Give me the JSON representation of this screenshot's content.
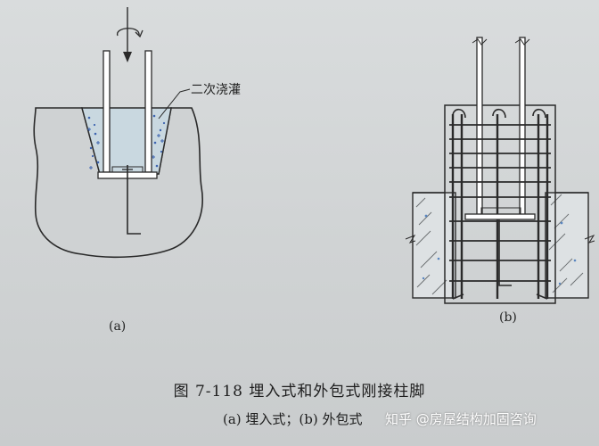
{
  "figure": {
    "label_grout": "二次浇灌",
    "label_a": "(a)",
    "label_b": "(b)"
  },
  "caption": {
    "title": "图 7-118   埋入式和外包式刚接柱脚",
    "subtitle": "(a) 埋入式；(b) 外包式"
  },
  "watermark": {
    "text": "知乎 @房屋结构加固咨询"
  }
}
